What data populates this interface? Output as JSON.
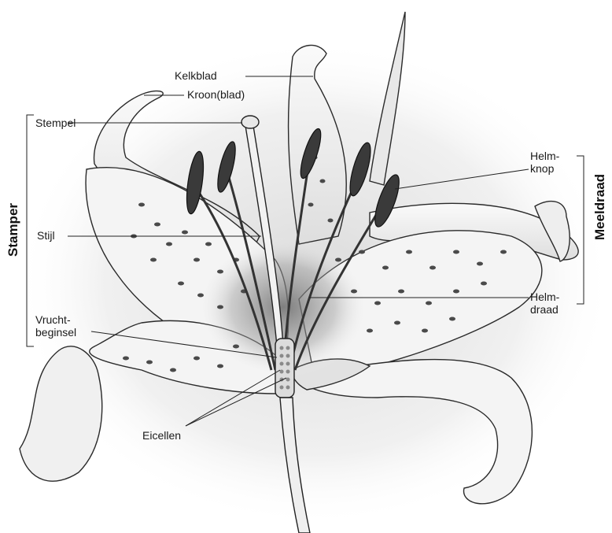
{
  "labels": {
    "kelkblad": "Kelkblad",
    "kroonblad": "Kroon(blad)",
    "stempel": "Stempel",
    "stijl": "Stijl",
    "vruchtbeginsel_1": "Vrucht-",
    "vruchtbeginsel_2": "beginsel",
    "eicellen": "Eicellen",
    "helmknop_1": "Helm-",
    "helmknop_2": "knop",
    "helmdraad_1": "Helm-",
    "helmdraad_2": "draad"
  },
  "groups": {
    "stamper": "Stamper",
    "meeldraad": "Meeldraad"
  },
  "colors": {
    "ink": "#1a1a1a",
    "petal_fill": "#f2f2f2",
    "spot": "#4a4a4a",
    "shadow": "#cfcfcf"
  }
}
